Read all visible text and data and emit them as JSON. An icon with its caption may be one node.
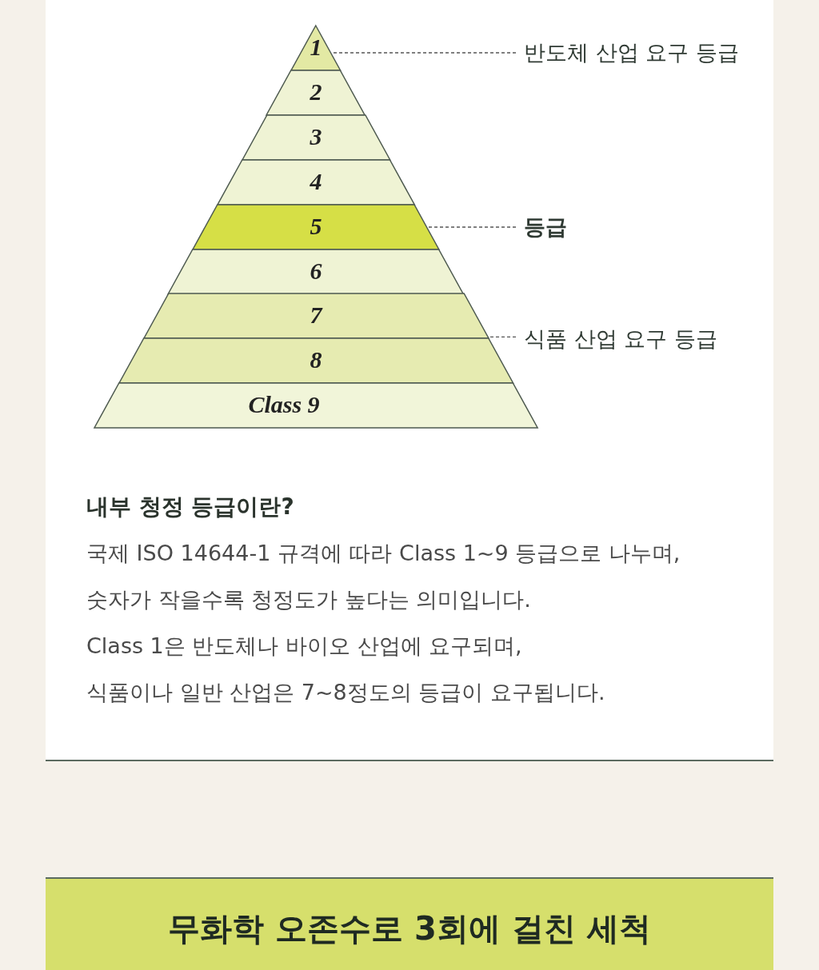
{
  "diagram": {
    "nodes": [
      {
        "text": [
          "1"
        ]
      },
      {
        "text": [
          "2"
        ]
      },
      {
        "text": [
          "3"
        ]
      },
      {
        "text": [
          "4"
        ]
      },
      {
        "text": [
          "5"
        ]
      },
      {
        "text": [
          "6"
        ]
      },
      {
        "text": [
          "7"
        ]
      },
      {
        "text": [
          "8"
        ]
      },
      {
        "text": [
          "Class 9"
        ]
      },
      {
        "text": [
          "반도체 산업 요구 등급"
        ]
      },
      {
        "text": [
          "등급"
        ]
      },
      {
        "text": [
          "식품 산업 요구 등급"
        ]
      },
      {
        "text": [
          "무화학 오존수로 3회에 걸친 세척"
        ]
      }
    ],
    "edges": [
      {
        "from": 9,
        "to": 0,
        "arrow": "none",
        "style": "dashed"
      },
      {
        "from": 10,
        "to": 4,
        "arrow": "none",
        "style": "dashed"
      },
      {
        "from": 11,
        "to": 6,
        "arrow": "none",
        "style": "dashed"
      }
    ],
    "labels": [
      "내부 청정 등급이란?",
      "국제 ISO 14644-1 규격에 따라 Class 1~9 등급으로 나누며,",
      "숫자가 작을수록 청정도가 높다는 의미입니다.",
      "Class 1은 반도체나 바이오 산업에 요구되며,",
      "식품이나 일반 산업은 7~8정도의 등급이 요구됩니다."
    ]
  }
}
